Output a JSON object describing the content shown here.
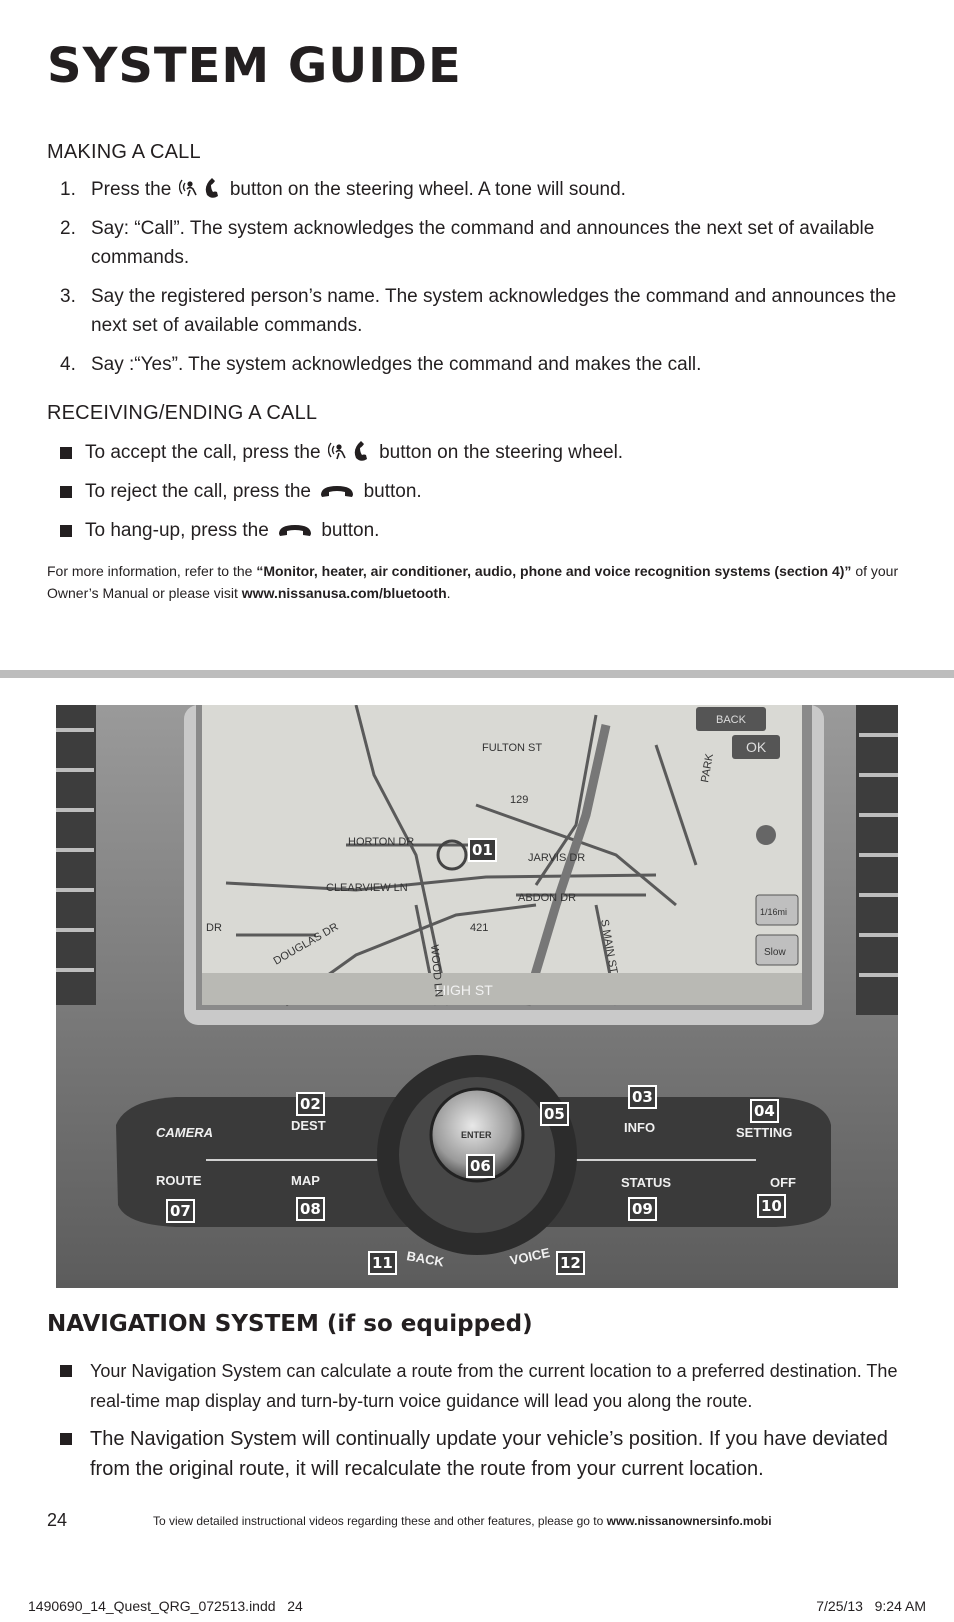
{
  "page": {
    "title": "SYSTEM GUIDE"
  },
  "making_call": {
    "heading": "MAKING A CALL",
    "steps": [
      {
        "num": "1.",
        "before": "Press the",
        "after": "button on the steering wheel. A tone will sound."
      },
      {
        "num": "2.",
        "text": "Say: “Call”. The system acknowledges the command and announces the next set of available commands."
      },
      {
        "num": "3.",
        "text": "Say the registered person’s name. The system acknowledges the command and announces the next set of available commands."
      },
      {
        "num": "4.",
        "text": "Say :“Yes”. The system acknowledges the command and makes the call."
      }
    ]
  },
  "receiving_call": {
    "heading": "RECEIVING/ENDING A CALL",
    "bullets": [
      {
        "before": "To accept the call, press the",
        "after": "button on the steering wheel."
      },
      {
        "before": "To reject the call, press the",
        "after": "button."
      },
      {
        "before": "To hang-up, press the",
        "after": "button."
      }
    ]
  },
  "note": {
    "prefix": "For more information, refer to the",
    "bold_ref": "“Monitor, heater, air conditioner, audio, phone and voice recognition systems (section 4)”",
    "middle": "of your Owner’s Manual or please visit",
    "url": "www.nissanusa.com/bluetooth",
    "suffix": "."
  },
  "photo": {
    "map_labels": [
      "FULTON ST",
      "HORTON DR",
      "JARVIS DR",
      "CLEARVIEW LN",
      "ABDON DR",
      "DOUGLAS DR",
      "S MAIN ST",
      "HIGH ST",
      "WOOD LN",
      "421",
      "129",
      "PARK",
      "DR"
    ],
    "screen_buttons": [
      "BACK",
      "OK",
      "1/16mi",
      "Slow"
    ],
    "panel_buttons": [
      "CAMERA",
      "DEST",
      "INFO",
      "SETTING",
      "ROUTE",
      "MAP",
      "STATUS",
      "OFF",
      "ENTER",
      "BACK",
      "VOICE"
    ],
    "callouts": [
      "01",
      "02",
      "03",
      "04",
      "05",
      "06",
      "07",
      "08",
      "09",
      "10",
      "11",
      "12"
    ]
  },
  "navigation": {
    "title": "NAVIGATION SYSTEM (if so equipped)",
    "bullets": [
      "Your Navigation System can calculate a route from the current location to a preferred destination. The real-time map display and turn-by-turn voice guidance will lead you along the route.",
      "The Navigation System will continually update your vehicle’s position. If you have deviated from the original route, it will recalculate the route from your current location."
    ]
  },
  "footer": {
    "page_number": "24",
    "note_prefix": "To view detailed instructional videos regarding these and other features, please go to",
    "note_url": "www.nissanownersinfo.mobi",
    "slug_left": "1490690_14_Quest_QRG_072513.indd   24",
    "slug_right": "7/25/13   9:24 AM"
  }
}
